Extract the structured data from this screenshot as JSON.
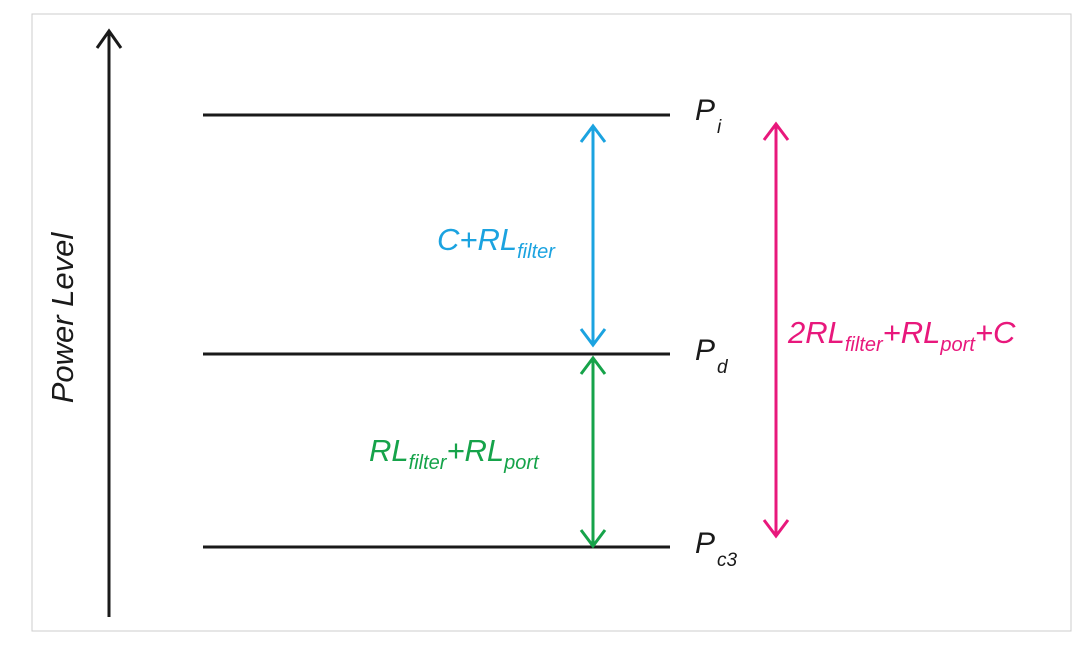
{
  "axis": {
    "label": "Power Level"
  },
  "levels": [
    {
      "id": "pi",
      "base": "P",
      "sub": "i"
    },
    {
      "id": "pd",
      "base": "P",
      "sub": "d"
    },
    {
      "id": "pc3",
      "base": "P",
      "sub": "c3"
    }
  ],
  "spans": {
    "coupling": {
      "color": "#1ba3e0",
      "parts": [
        {
          "base": "C+RL",
          "sub": "filter"
        }
      ]
    },
    "return_loss": {
      "color": "#16a34a",
      "parts": [
        {
          "base": "RL",
          "sub": "filter"
        },
        {
          "base": "+RL",
          "sub": "port"
        }
      ]
    },
    "total": {
      "color": "#e8187c",
      "parts": [
        {
          "base": "2RL",
          "sub": "filter"
        },
        {
          "base": "+RL",
          "sub": "port"
        },
        {
          "base": "+C",
          "sub": ""
        }
      ]
    }
  },
  "colors": {
    "frame": "#cccccc",
    "line": "#1a1a1a"
  }
}
